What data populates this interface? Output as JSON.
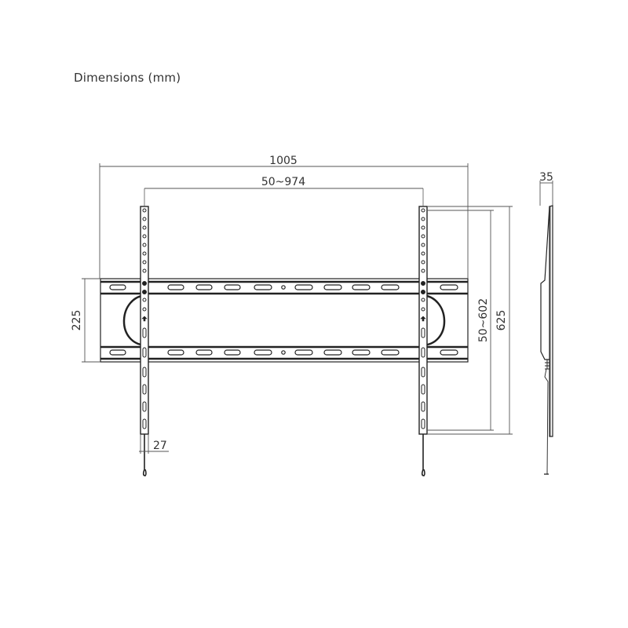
{
  "title": "Dimensions (mm)",
  "dimensions": {
    "overall_width": "1005",
    "rail_spacing": "50~974",
    "frame_height": "225",
    "vesa_vertical": "50~602",
    "rail_height": "625",
    "rail_width": "27",
    "depth": "35"
  },
  "colors": {
    "line": "#222222",
    "dimension_line": "#555555",
    "text": "#333333"
  }
}
